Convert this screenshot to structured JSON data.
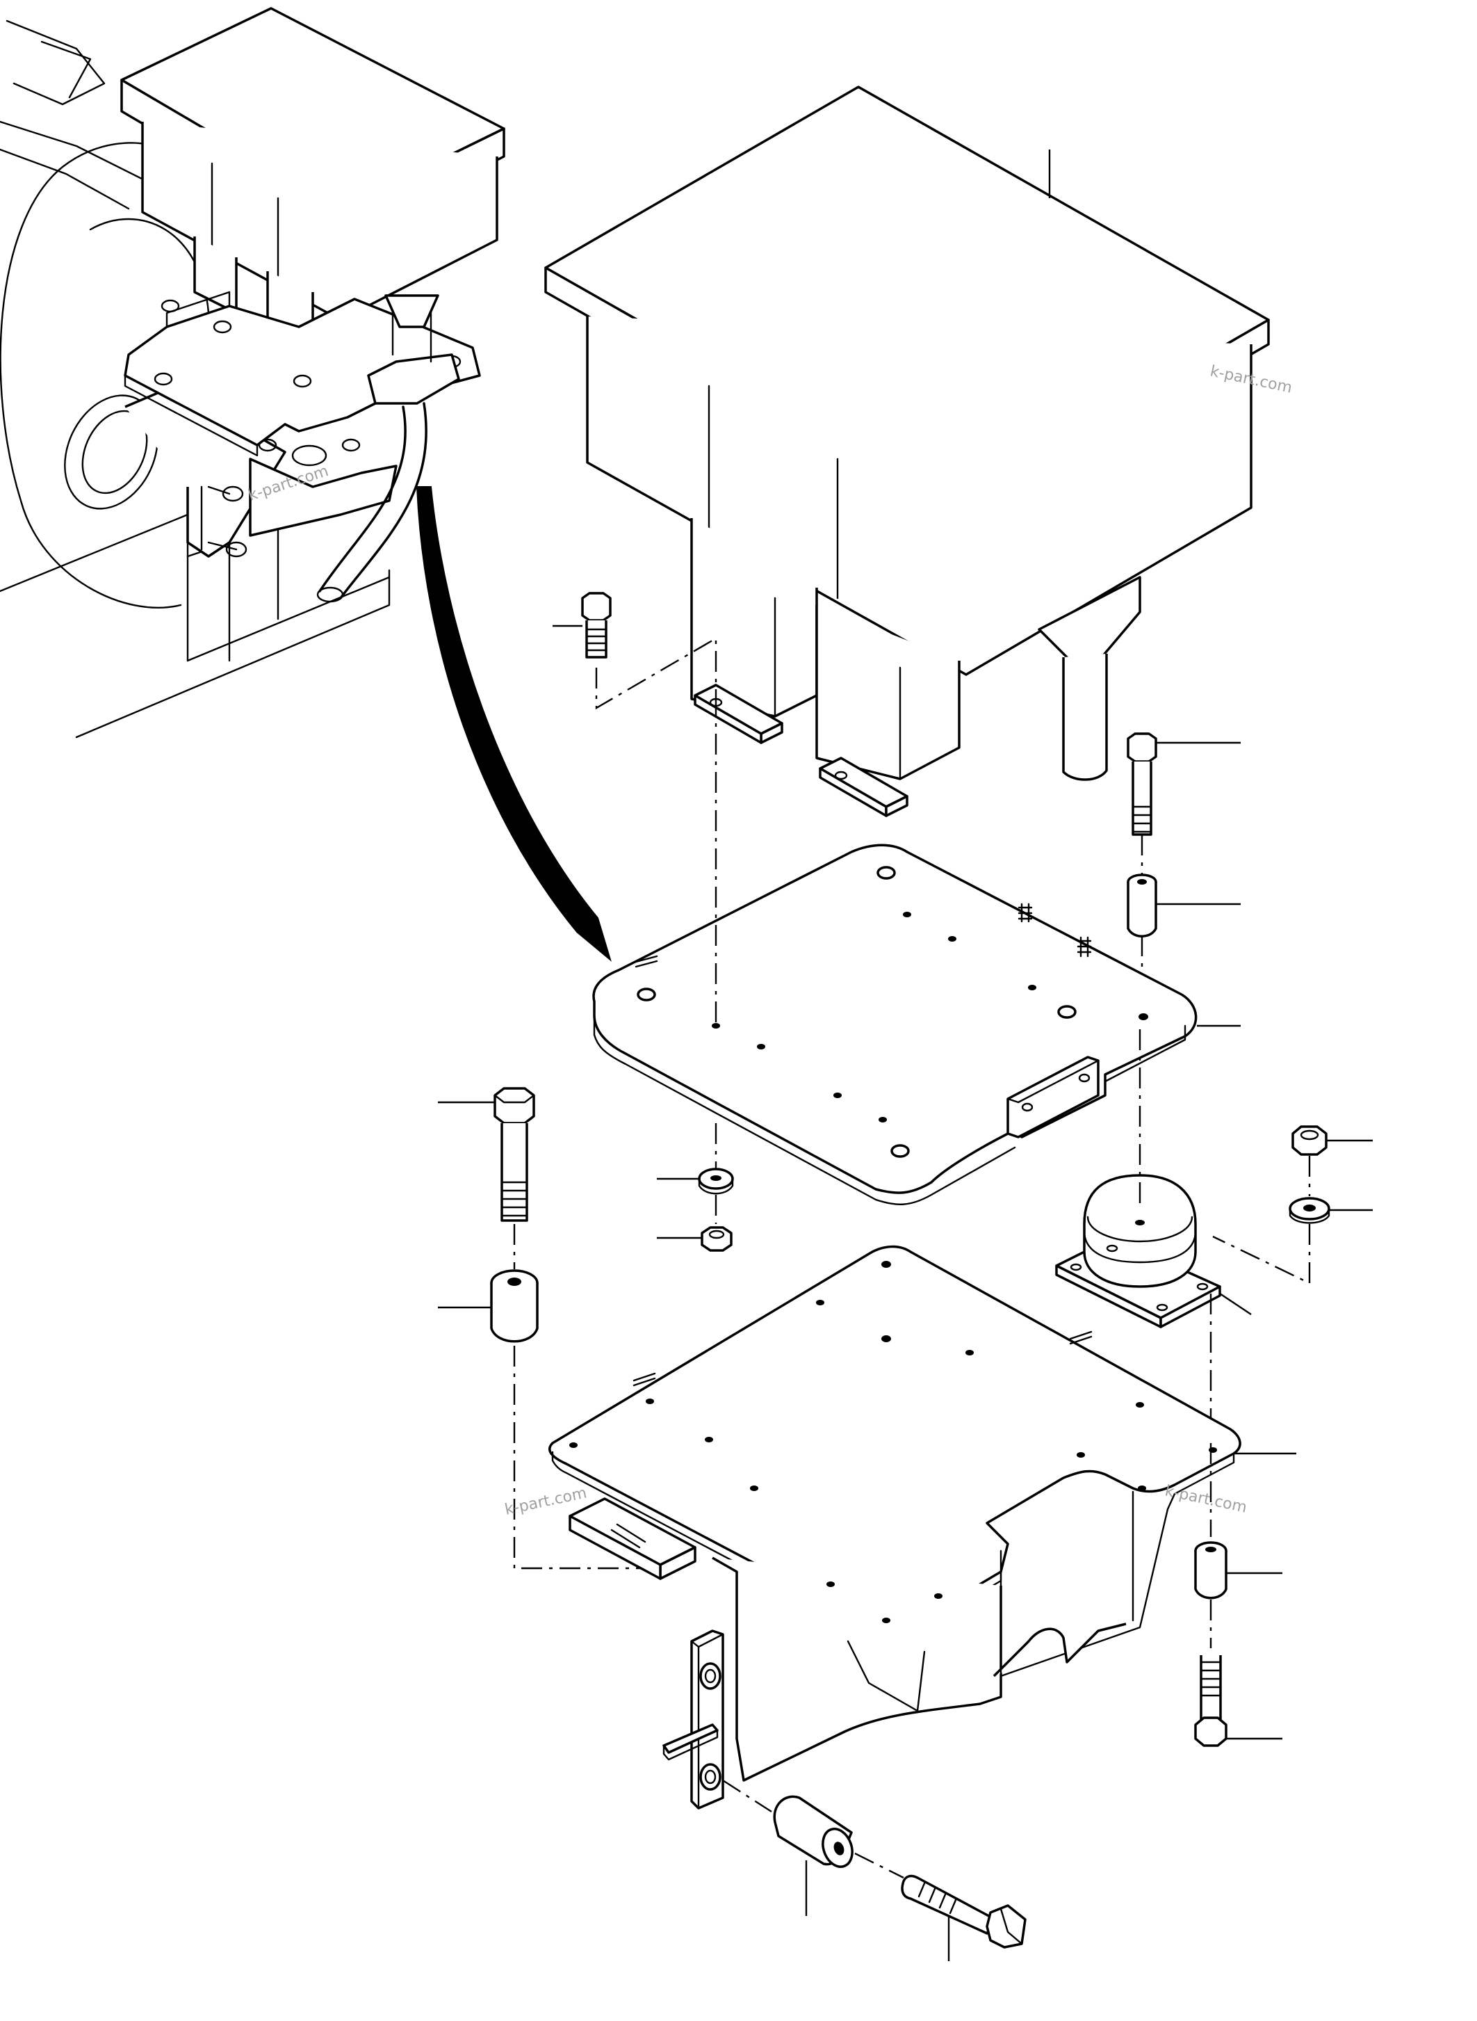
{
  "watermark": {
    "text": "k-part.com",
    "color": "#a0a0a0"
  },
  "drawing": {
    "type": "exploded-parts-diagram",
    "line_color": "#000000",
    "background": "#ffffff",
    "callout_count": 16
  }
}
